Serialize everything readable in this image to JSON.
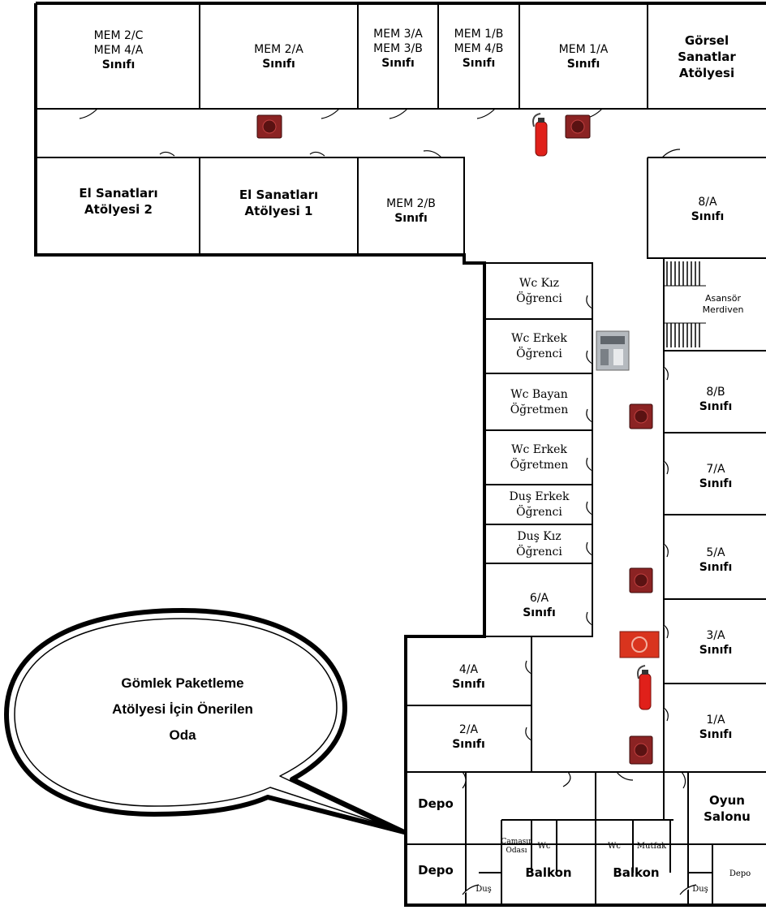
{
  "rooms": {
    "mem2c": [
      "MEM 2/C",
      "MEM 4/A",
      "Sınıfı"
    ],
    "mem2a": [
      "MEM 2/A",
      "Sınıfı"
    ],
    "mem3a": [
      "MEM 3/A",
      "MEM 3/B",
      "Sınıfı"
    ],
    "mem1b": [
      "MEM 1/B",
      "MEM 4/B",
      "Sınıfı"
    ],
    "mem1a": [
      "MEM 1/A",
      "Sınıfı"
    ],
    "gorsel": [
      "Görsel",
      "Sanatlar",
      "Atölyesi"
    ],
    "elsan2": [
      "El Sanatları",
      "Atölyesi  2"
    ],
    "elsan1": [
      "El Sanatları",
      "Atölyesi 1"
    ],
    "mem2b": [
      "MEM 2/B",
      "Sınıfı"
    ],
    "s8a": [
      "8/A",
      "Sınıfı"
    ],
    "asansor": [
      "Asansör",
      "Merdiven"
    ],
    "wckiz": [
      "Wc Kız",
      "Öğrenci"
    ],
    "wcerkek": [
      "Wc Erkek",
      "Öğrenci"
    ],
    "wcbayan": [
      "Wc Bayan",
      "Öğretmen"
    ],
    "wcerkekogr": [
      "Wc Erkek",
      "Öğretmen"
    ],
    "duserkek": [
      "Duş Erkek",
      "Öğrenci"
    ],
    "duskiz": [
      "Duş Kız",
      "Öğrenci"
    ],
    "s6a": [
      "6/A",
      "Sınıfı"
    ],
    "s8b": [
      "8/B",
      "Sınıfı"
    ],
    "s7a": [
      "7/A",
      "Sınıfı"
    ],
    "s5a": [
      "5/A",
      "Sınıfı"
    ],
    "s3a": [
      "3/A",
      "Sınıfı"
    ],
    "s1a": [
      "1/A",
      "Sınıfı"
    ],
    "s4a": [
      "4/A",
      "Sınıfı"
    ],
    "s2a": [
      "2/A",
      "Sınıfı"
    ],
    "depo1": "Depo",
    "depo2": "Depo",
    "camasir": [
      "Çamaşır",
      "Odası"
    ],
    "wc1": "Wc",
    "wc2": "Wc",
    "mutfak": "Mutfak",
    "oyun": [
      "Oyun",
      "Salonu"
    ],
    "balkon1": "Balkon",
    "balkon2": "Balkon",
    "dus1": "Duş",
    "dus2": "Duş",
    "depo3": "Depo"
  },
  "callout": [
    "Gömlek Paketleme",
    "Atölyesi İçin Önerilen",
    "Oda"
  ],
  "colors": {
    "wall": "#000000",
    "alarm": "#8b2323",
    "extinguisher": "#e0201a",
    "panel": "#9aa0a6"
  },
  "icons": [
    "fire-alarm-icon",
    "fire-extinguisher-icon",
    "electrical-panel-icon",
    "fire-hose-cabinet-icon"
  ]
}
